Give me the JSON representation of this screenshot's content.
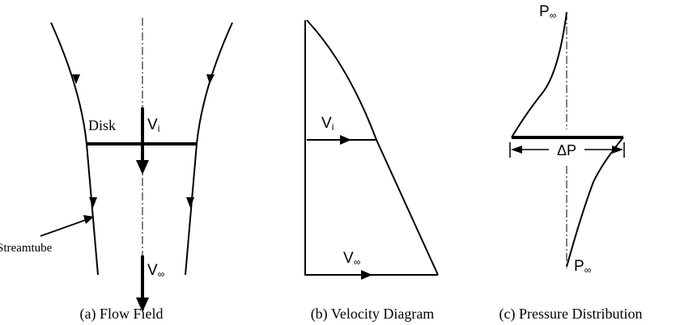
{
  "panels": {
    "flow_field": {
      "caption": "(a) Flow Field",
      "disk_label": "Disk",
      "vi_label": "V",
      "vi_sub": "i",
      "vinf_label": "V",
      "vinf_sub": "∞",
      "streamtube_label": "Streamtube"
    },
    "velocity_diagram": {
      "caption": "(b) Velocity Diagram",
      "vi_label": "V",
      "vi_sub": "i",
      "vinf_label": "V",
      "vinf_sub": "∞"
    },
    "pressure_distribution": {
      "caption": "(c) Pressure Distribution",
      "p_top_label": "P",
      "p_top_sub": "∞",
      "p_bottom_label": "P",
      "p_bottom_sub": "∞",
      "delta_p_label": "ΔP"
    }
  }
}
